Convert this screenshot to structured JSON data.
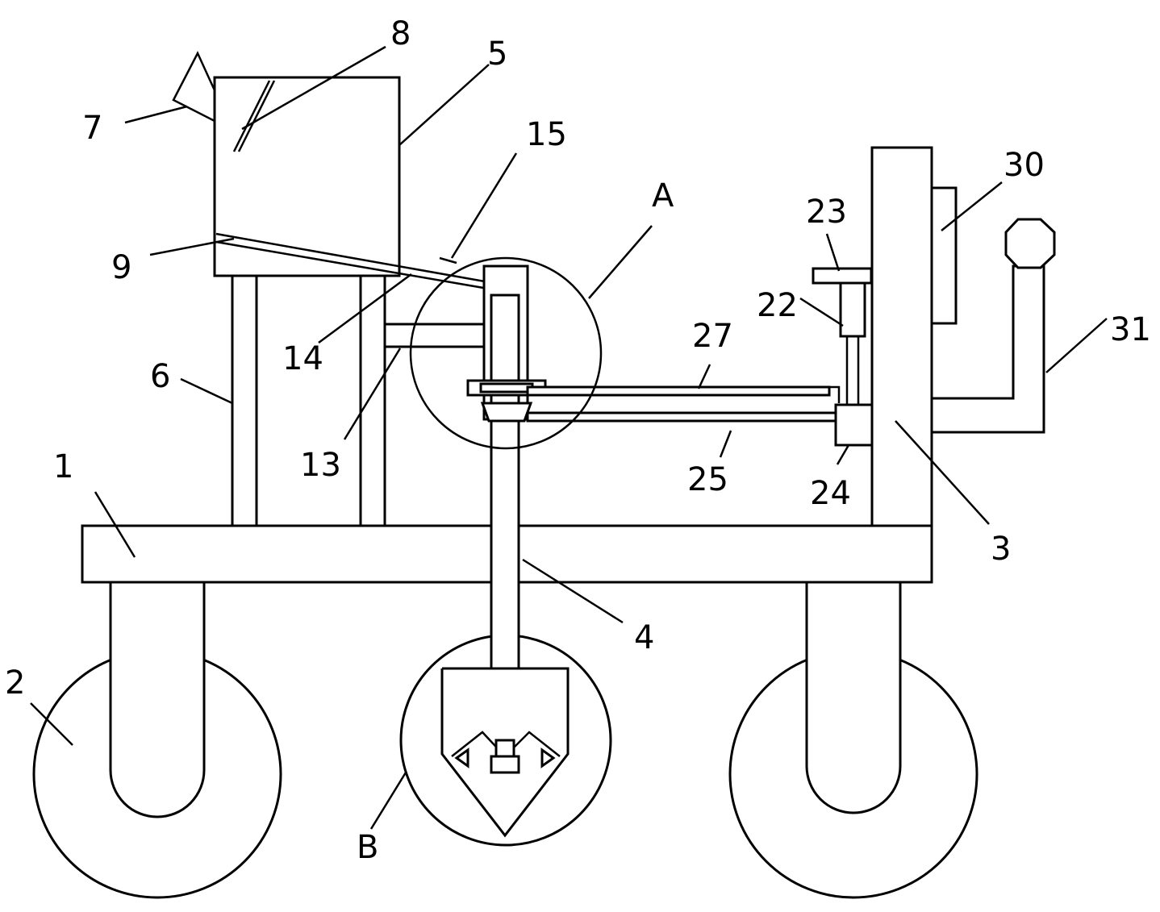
{
  "colors": {
    "line": "#000000",
    "background": "#ffffff"
  },
  "labels": {
    "l1": "1",
    "l2": "2",
    "l3": "3",
    "l4": "4",
    "l5": "5",
    "l6": "6",
    "l7": "7",
    "l8": "8",
    "l9": "9",
    "l13": "13",
    "l14": "14",
    "l15": "15",
    "l22": "22",
    "l23": "23",
    "l24": "24",
    "l25": "25",
    "l27": "27",
    "l30": "30",
    "l31": "31",
    "lA": "A",
    "lB": "B"
  }
}
